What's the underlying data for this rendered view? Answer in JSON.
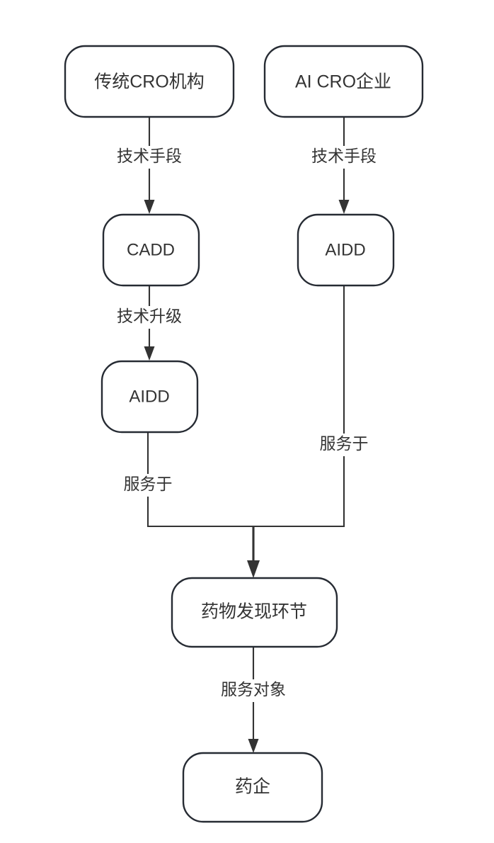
{
  "diagram": {
    "title": "CRO technology flowchart",
    "background_color": "#ffffff",
    "node_border_color": "#262b33",
    "text_color": "#333333",
    "edge_color": "#333333",
    "nodes": [
      {
        "id": "n1",
        "label": "传统CRO机构"
      },
      {
        "id": "n2",
        "label": "AI CRO企业"
      },
      {
        "id": "n3",
        "label": "CADD"
      },
      {
        "id": "n4",
        "label": "AIDD"
      },
      {
        "id": "n5",
        "label": "AIDD"
      },
      {
        "id": "n6",
        "label": "药物发现环节"
      },
      {
        "id": "n7",
        "label": "药企"
      }
    ],
    "edges": [
      {
        "from": "n1",
        "to": "n3",
        "label": "技术手段"
      },
      {
        "from": "n2",
        "to": "n4",
        "label": "技术手段"
      },
      {
        "from": "n3",
        "to": "n5",
        "label": "技术升级"
      },
      {
        "from": "n5",
        "to": "n6",
        "label": "服务于"
      },
      {
        "from": "n4",
        "to": "n6",
        "label": "服务于"
      },
      {
        "from": "n6",
        "to": "n7",
        "label": "服务对象"
      }
    ]
  }
}
